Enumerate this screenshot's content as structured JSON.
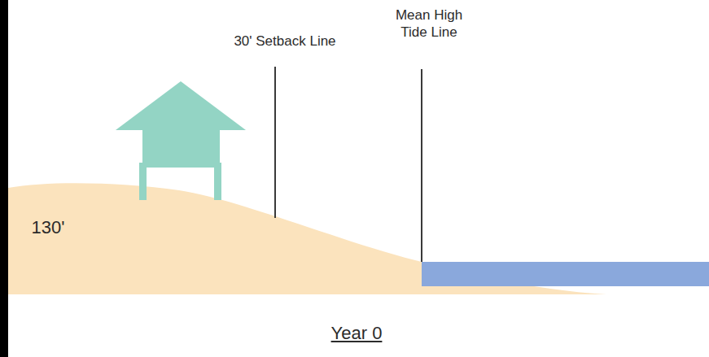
{
  "diagram": {
    "caption": "Year 0",
    "labels": [
      "30' Setback Line",
      "Mean High Tide Line",
      "130'"
    ]
  }
}
